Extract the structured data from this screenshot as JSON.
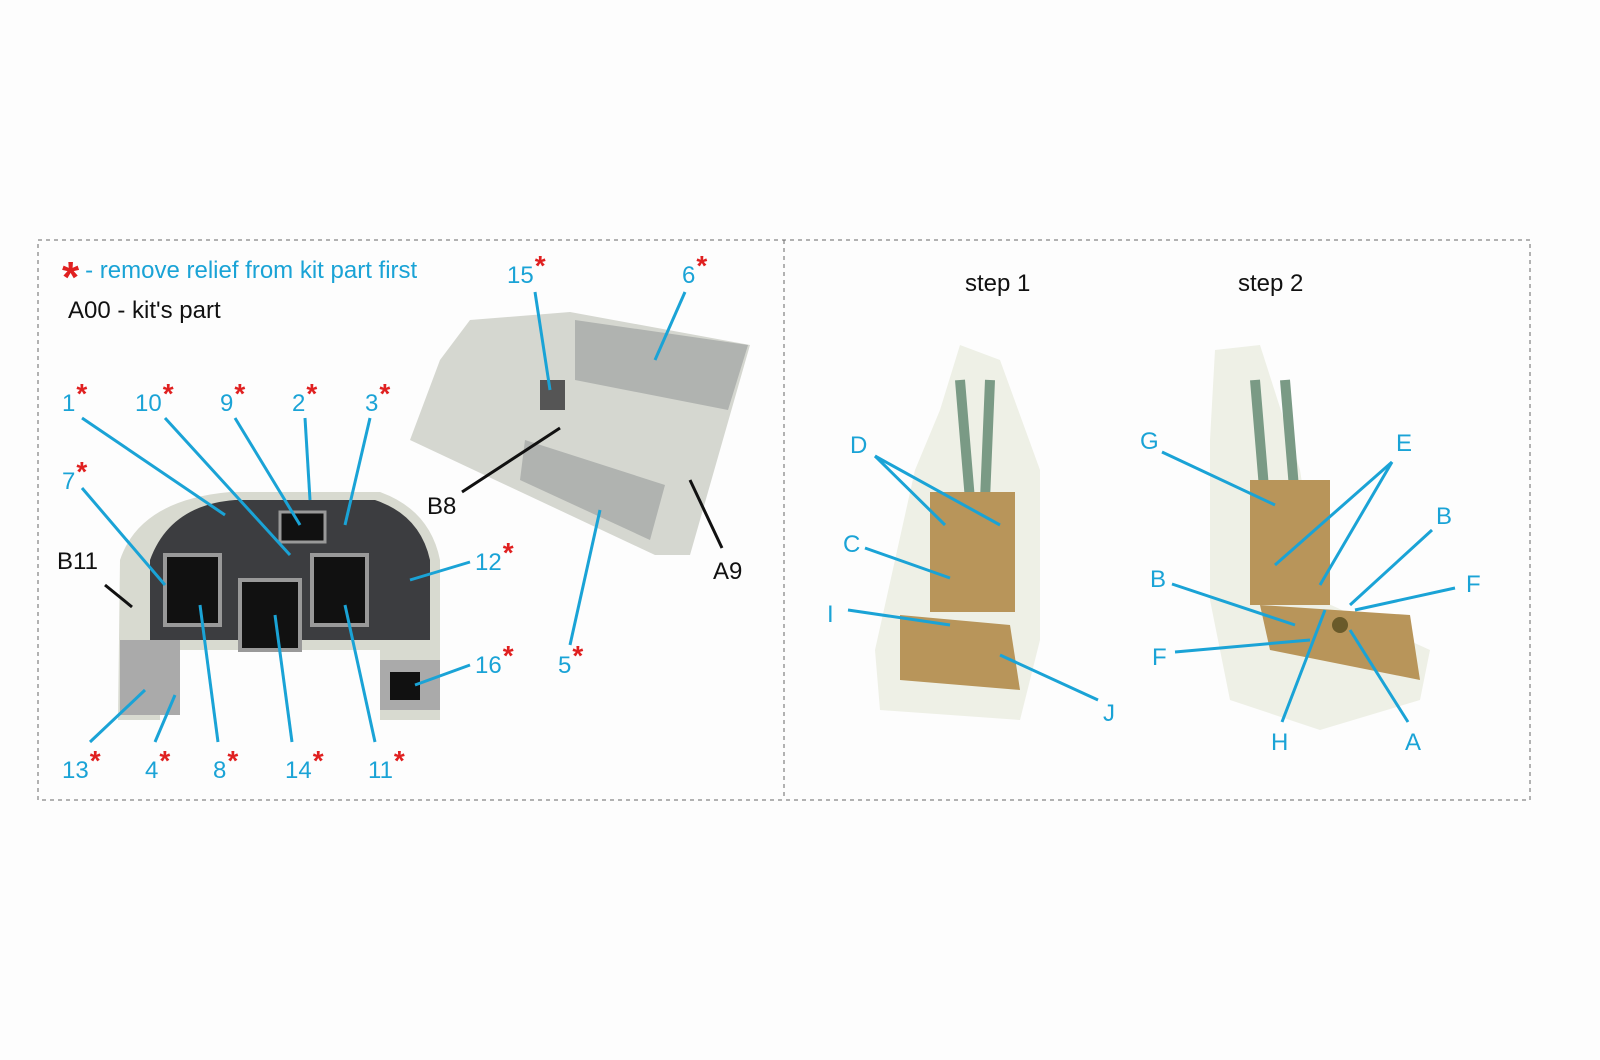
{
  "legend": {
    "asterisk": "*",
    "remove_note": "- remove relief from kit part first",
    "kit_note": "A00 - kit's part"
  },
  "colors": {
    "callout": "#1aa3d6",
    "asterisk": "#e02020",
    "kit_label": "#111111"
  },
  "left_panel": {
    "labels": [
      {
        "text": "1",
        "ast": "*"
      },
      {
        "text": "10",
        "ast": "*"
      },
      {
        "text": "9",
        "ast": "*"
      },
      {
        "text": "2",
        "ast": "*"
      },
      {
        "text": "3",
        "ast": "*"
      },
      {
        "text": "7",
        "ast": "*"
      },
      {
        "text": "12",
        "ast": "*"
      },
      {
        "text": "16",
        "ast": "*"
      },
      {
        "text": "13",
        "ast": "*"
      },
      {
        "text": "4",
        "ast": "*"
      },
      {
        "text": "8",
        "ast": "*"
      },
      {
        "text": "14",
        "ast": "*"
      },
      {
        "text": "11",
        "ast": "*"
      },
      {
        "text": "15",
        "ast": "*"
      },
      {
        "text": "6",
        "ast": "*"
      },
      {
        "text": "5",
        "ast": "*"
      }
    ],
    "kit_parts": [
      "B11",
      "B8",
      "A9"
    ]
  },
  "right_panel": {
    "step1": {
      "title": "step 1",
      "labels": [
        "D",
        "C",
        "I",
        "J"
      ]
    },
    "step2": {
      "title": "step 2",
      "labels": [
        "G",
        "E",
        "B",
        "B",
        "F",
        "F",
        "H",
        "A"
      ]
    }
  }
}
